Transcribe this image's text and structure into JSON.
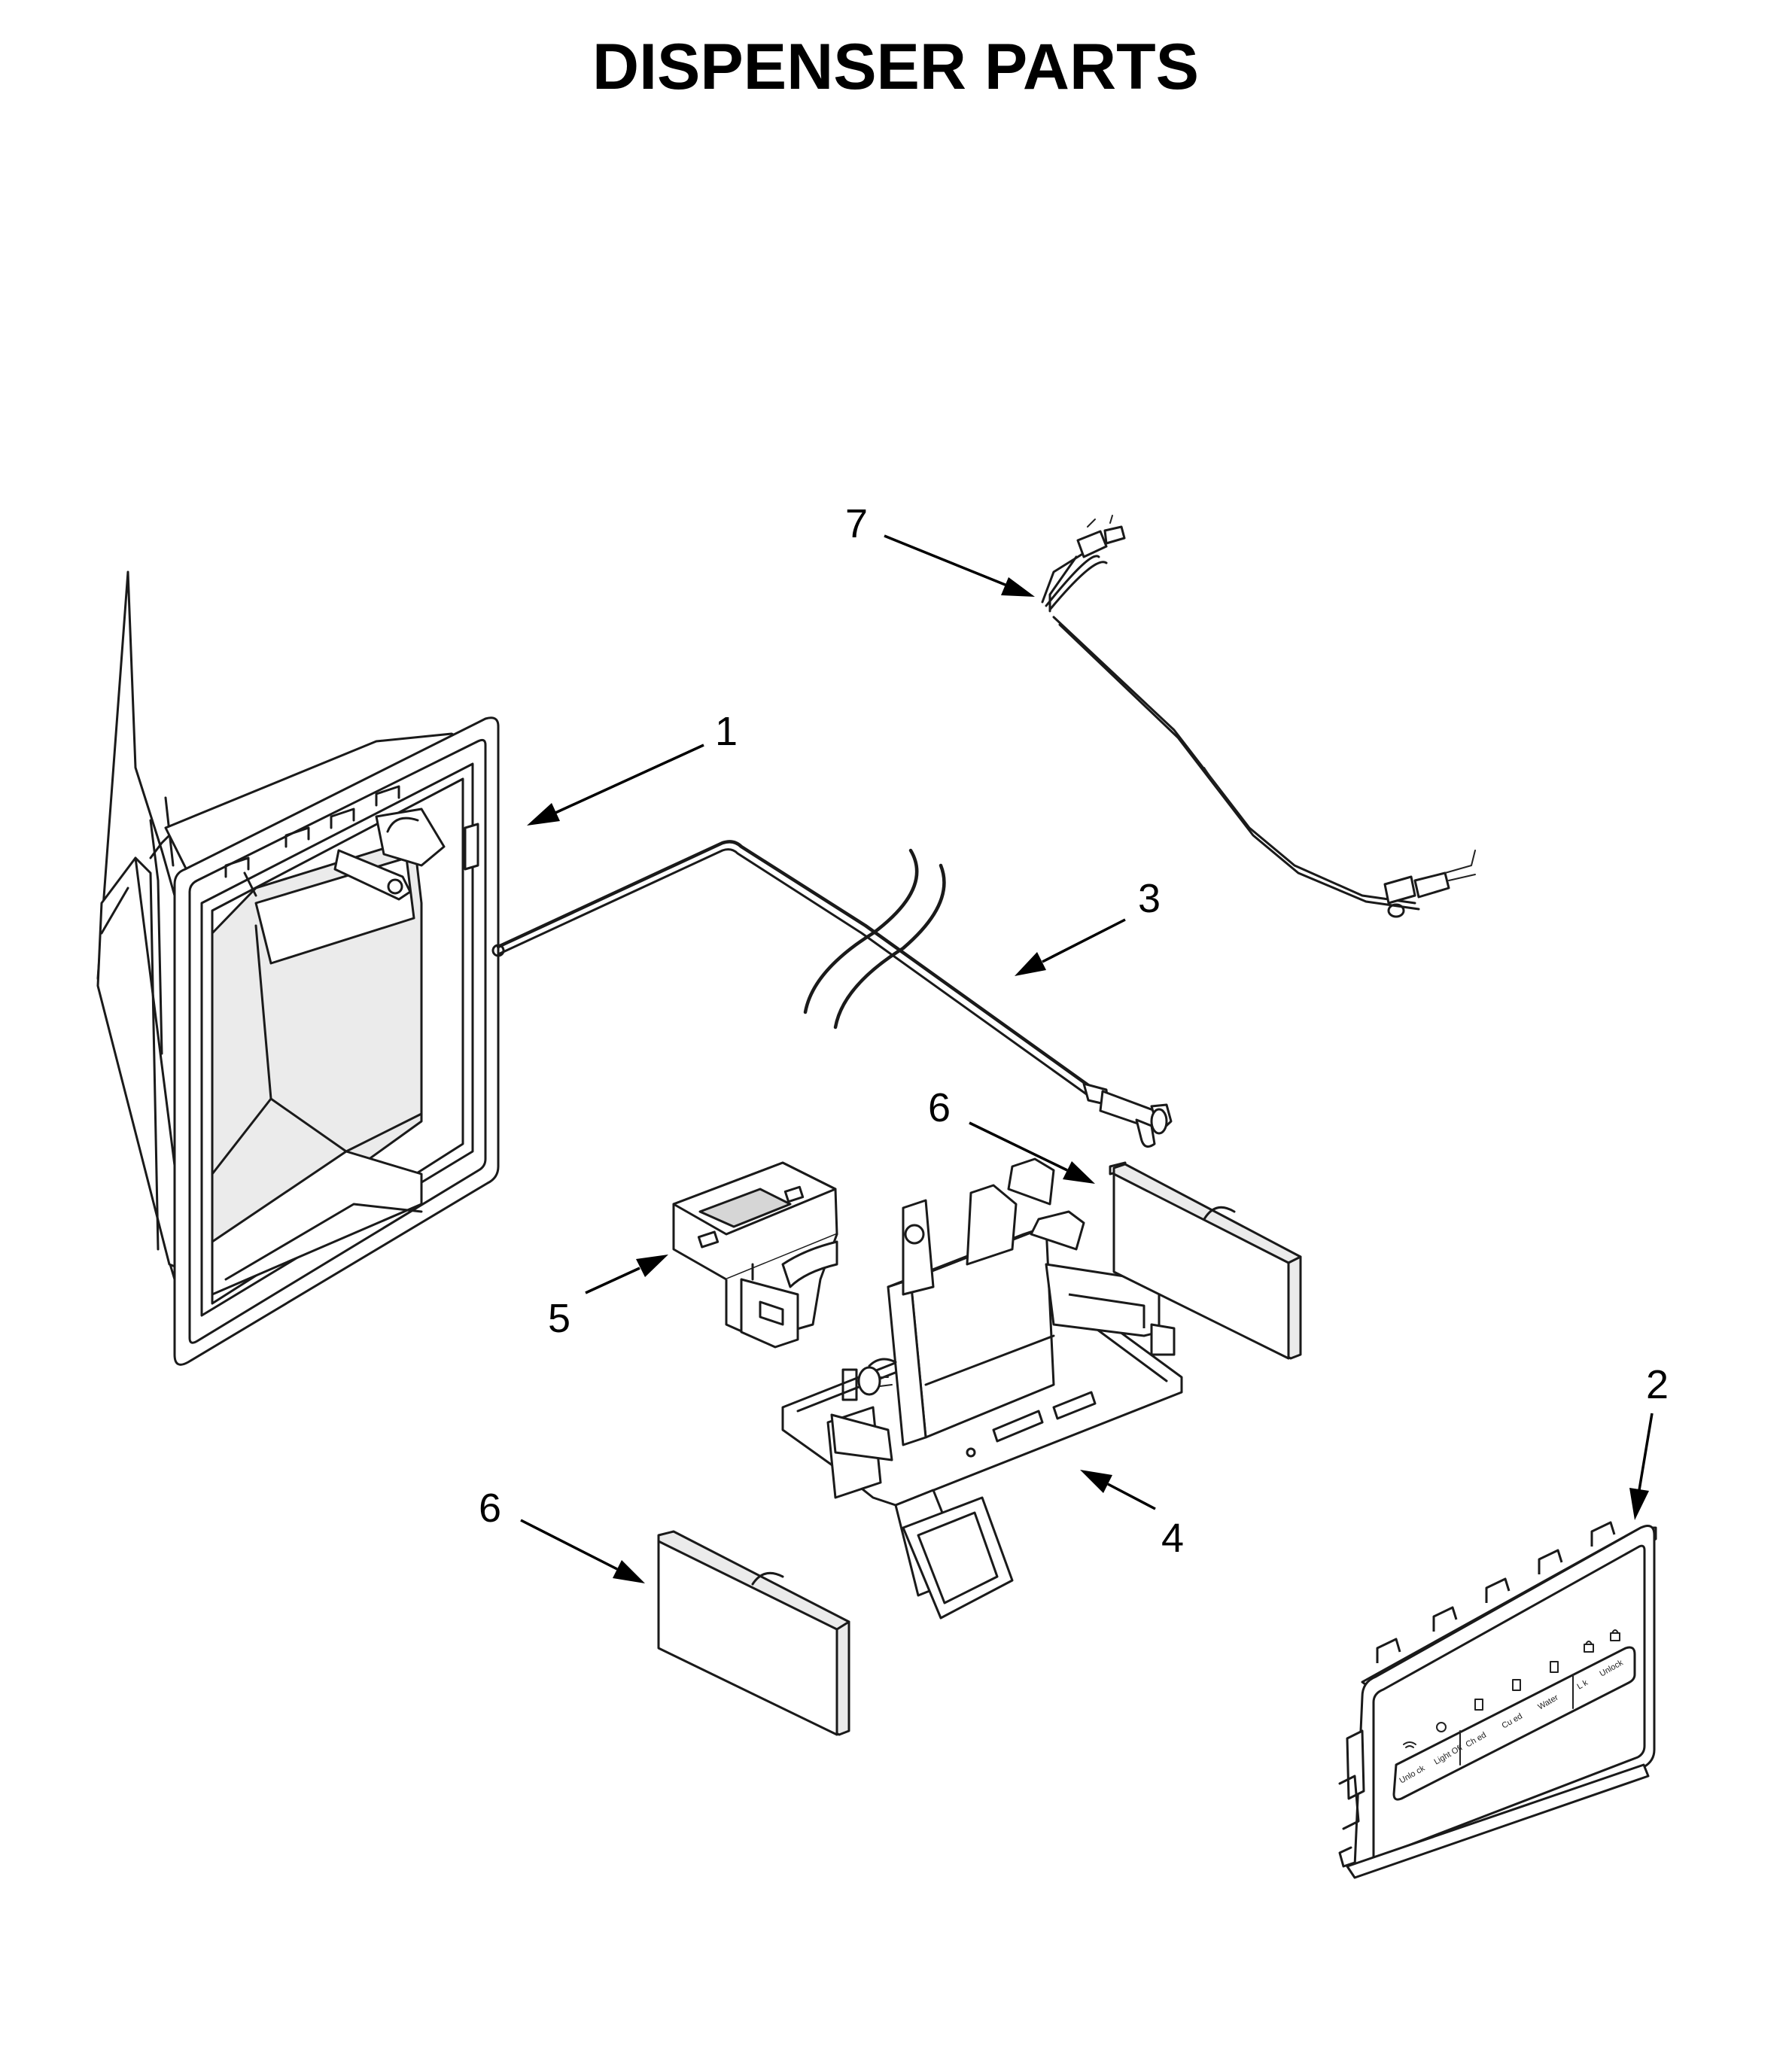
{
  "title": "DISPENSER PARTS",
  "callouts": [
    "1",
    "2",
    "3",
    "4",
    "5",
    "6",
    "6",
    "7"
  ],
  "panel_labels": [
    "Unlo ck",
    "Light Off",
    "Ch ed",
    "Cu ed",
    "Water",
    "L k",
    "Unlock"
  ]
}
